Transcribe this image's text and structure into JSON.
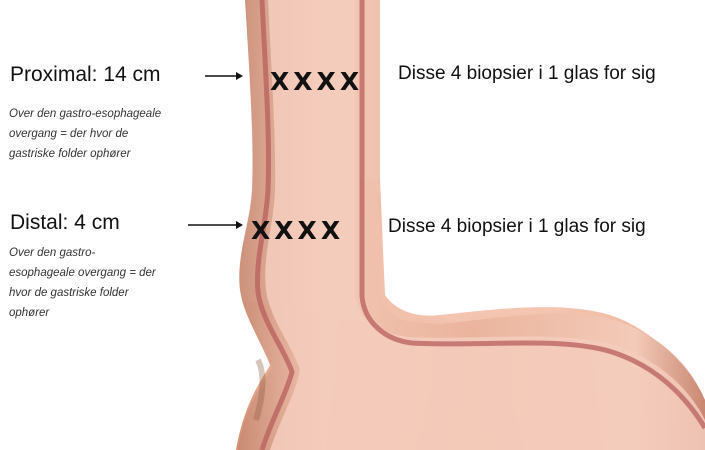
{
  "proximal": {
    "label": "Proximal: 14 cm",
    "note_lines": [
      "Over den gastro-esophageale",
      "overgang = der hvor de",
      "gastriske folder ophører"
    ],
    "marks": "XXXX",
    "instruction": "Disse 4 biopsier i 1 glas for sig"
  },
  "distal": {
    "label": "Distal:  4 cm",
    "note_lines": [
      "Over den gastro-",
      "esophageale overgang = der",
      "hvor de gastriske folder",
      "ophører"
    ],
    "marks": "XXXX",
    "instruction": "Disse 4 biopsier i 1 glas for sig"
  },
  "colors": {
    "tissue_outer": "#e6a58e",
    "tissue_light": "#f2c4b2",
    "lumen_line": "#b55a5a",
    "stomach_fill": "#efb79f"
  }
}
